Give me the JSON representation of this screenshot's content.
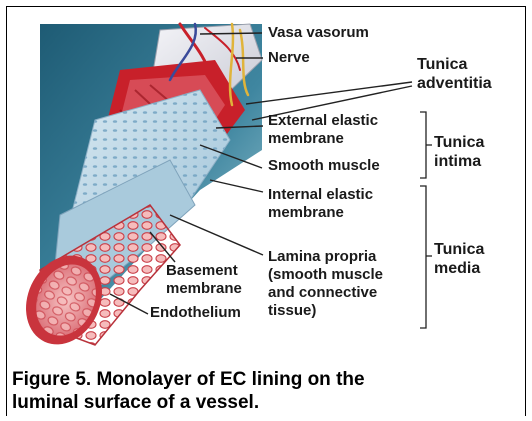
{
  "labels": {
    "vasa_vasorum": "Vasa vasorum",
    "nerve": "Nerve",
    "tunica_adventitia_1": "Tunica",
    "tunica_adventitia_2": "adventitia",
    "external_elastic_1": "External elastic",
    "external_elastic_2": "membrane",
    "smooth_muscle": "Smooth muscle",
    "tunica_intima_1": "Tunica",
    "tunica_intima_2": "intima",
    "internal_elastic_1": "Internal elastic",
    "internal_elastic_2": "membrane",
    "lamina_propria_1": "Lamina propria",
    "lamina_propria_2": "(smooth muscle",
    "lamina_propria_3": "and connective",
    "lamina_propria_4": "tissue)",
    "tunica_media_1": "Tunica",
    "tunica_media_2": "media",
    "basement_1": "Basement",
    "basement_2": "membrane",
    "endothelium": "Endothelium"
  },
  "caption": {
    "line1": "Figure 5. Monolayer of EC lining on the",
    "line2": "luminal surface of a vessel."
  },
  "colors": {
    "panel": "#2f6f87",
    "panel_light": "#7fb6c4",
    "muscle": "#c8202a",
    "muscle_light": "#e4707a",
    "endothelium": "#f2a7a8",
    "elastic": "#bcd9e9",
    "adventitia": "#e8e8ee",
    "nerve": "#e0b43a"
  }
}
